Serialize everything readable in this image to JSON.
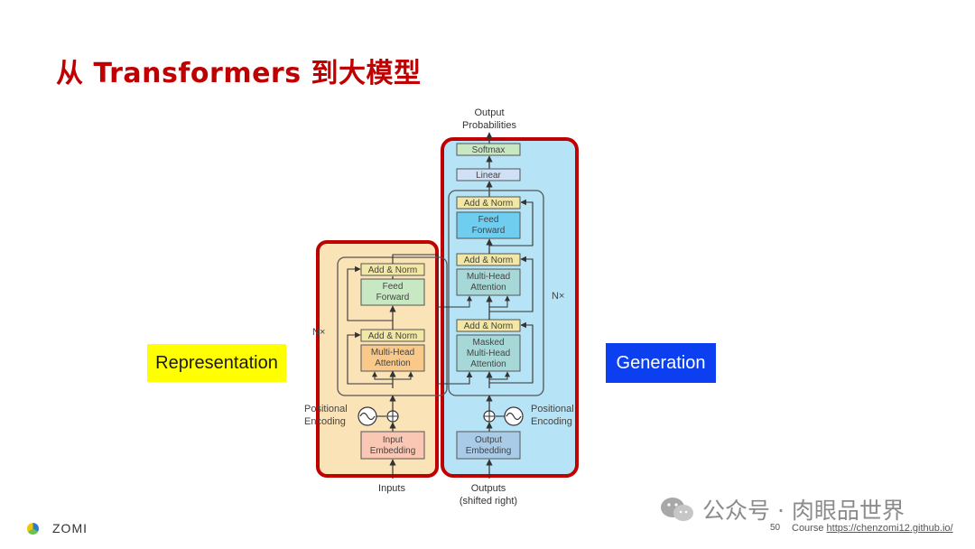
{
  "slide": {
    "title": "从 Transformers 到大模型",
    "left_label": "Representation",
    "right_label": "Generation",
    "colors": {
      "title": "#c00000",
      "left_label_bg": "#ffff00",
      "right_label_bg": "#0b3ff0",
      "outline": "#c00000",
      "encoder_bg": "#fbe3b8",
      "decoder_bg": "#b6e3f5"
    }
  },
  "diagram": {
    "output_title_1": "Output",
    "output_title_2": "Probabilities",
    "softmax": "Softmax",
    "linear": "Linear",
    "decoder": {
      "addnorm_top": "Add & Norm",
      "ff_1": "Feed",
      "ff_2": "Forward",
      "addnorm_mid": "Add & Norm",
      "mha_1": "Multi-Head",
      "mha_2": "Attention",
      "addnorm_bot": "Add & Norm",
      "masked_1": "Masked",
      "masked_2": "Multi-Head",
      "masked_3": "Attention",
      "nx": "N×",
      "emb_1": "Output",
      "emb_2": "Embedding",
      "pos_1": "Positional",
      "pos_2": "Encoding",
      "bottom_1": "Outputs",
      "bottom_2": "(shifted right)"
    },
    "encoder": {
      "addnorm_top": "Add & Norm",
      "ff_1": "Feed",
      "ff_2": "Forward",
      "addnorm_bot": "Add & Norm",
      "mha_1": "Multi-Head",
      "mha_2": "Attention",
      "nx": "N×",
      "emb_1": "Input",
      "emb_2": "Embedding",
      "pos_1": "Positional",
      "pos_2": "Encoding",
      "bottom": "Inputs"
    }
  },
  "footer": {
    "brand": "ZOMI",
    "page_number": "50",
    "course_label": "Course",
    "course_link": "https://chenzomi12.github.io/",
    "watermark": "公众号 · 肉眼品世界"
  }
}
